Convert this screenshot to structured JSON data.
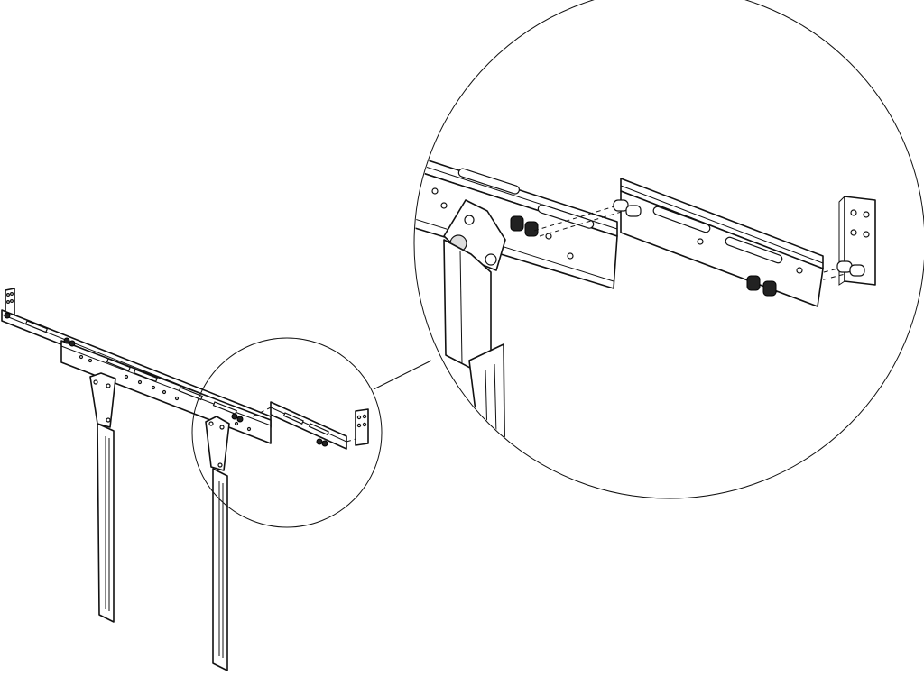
{
  "diagram": {
    "style": {
      "background": "#ffffff",
      "line_color": "#111111",
      "knob_color": "#222222"
    },
    "parts": [
      "main-rail",
      "extension-rail",
      "wall-plate",
      "hanger-arm",
      "knob-screw",
      "detail-callout"
    ]
  }
}
